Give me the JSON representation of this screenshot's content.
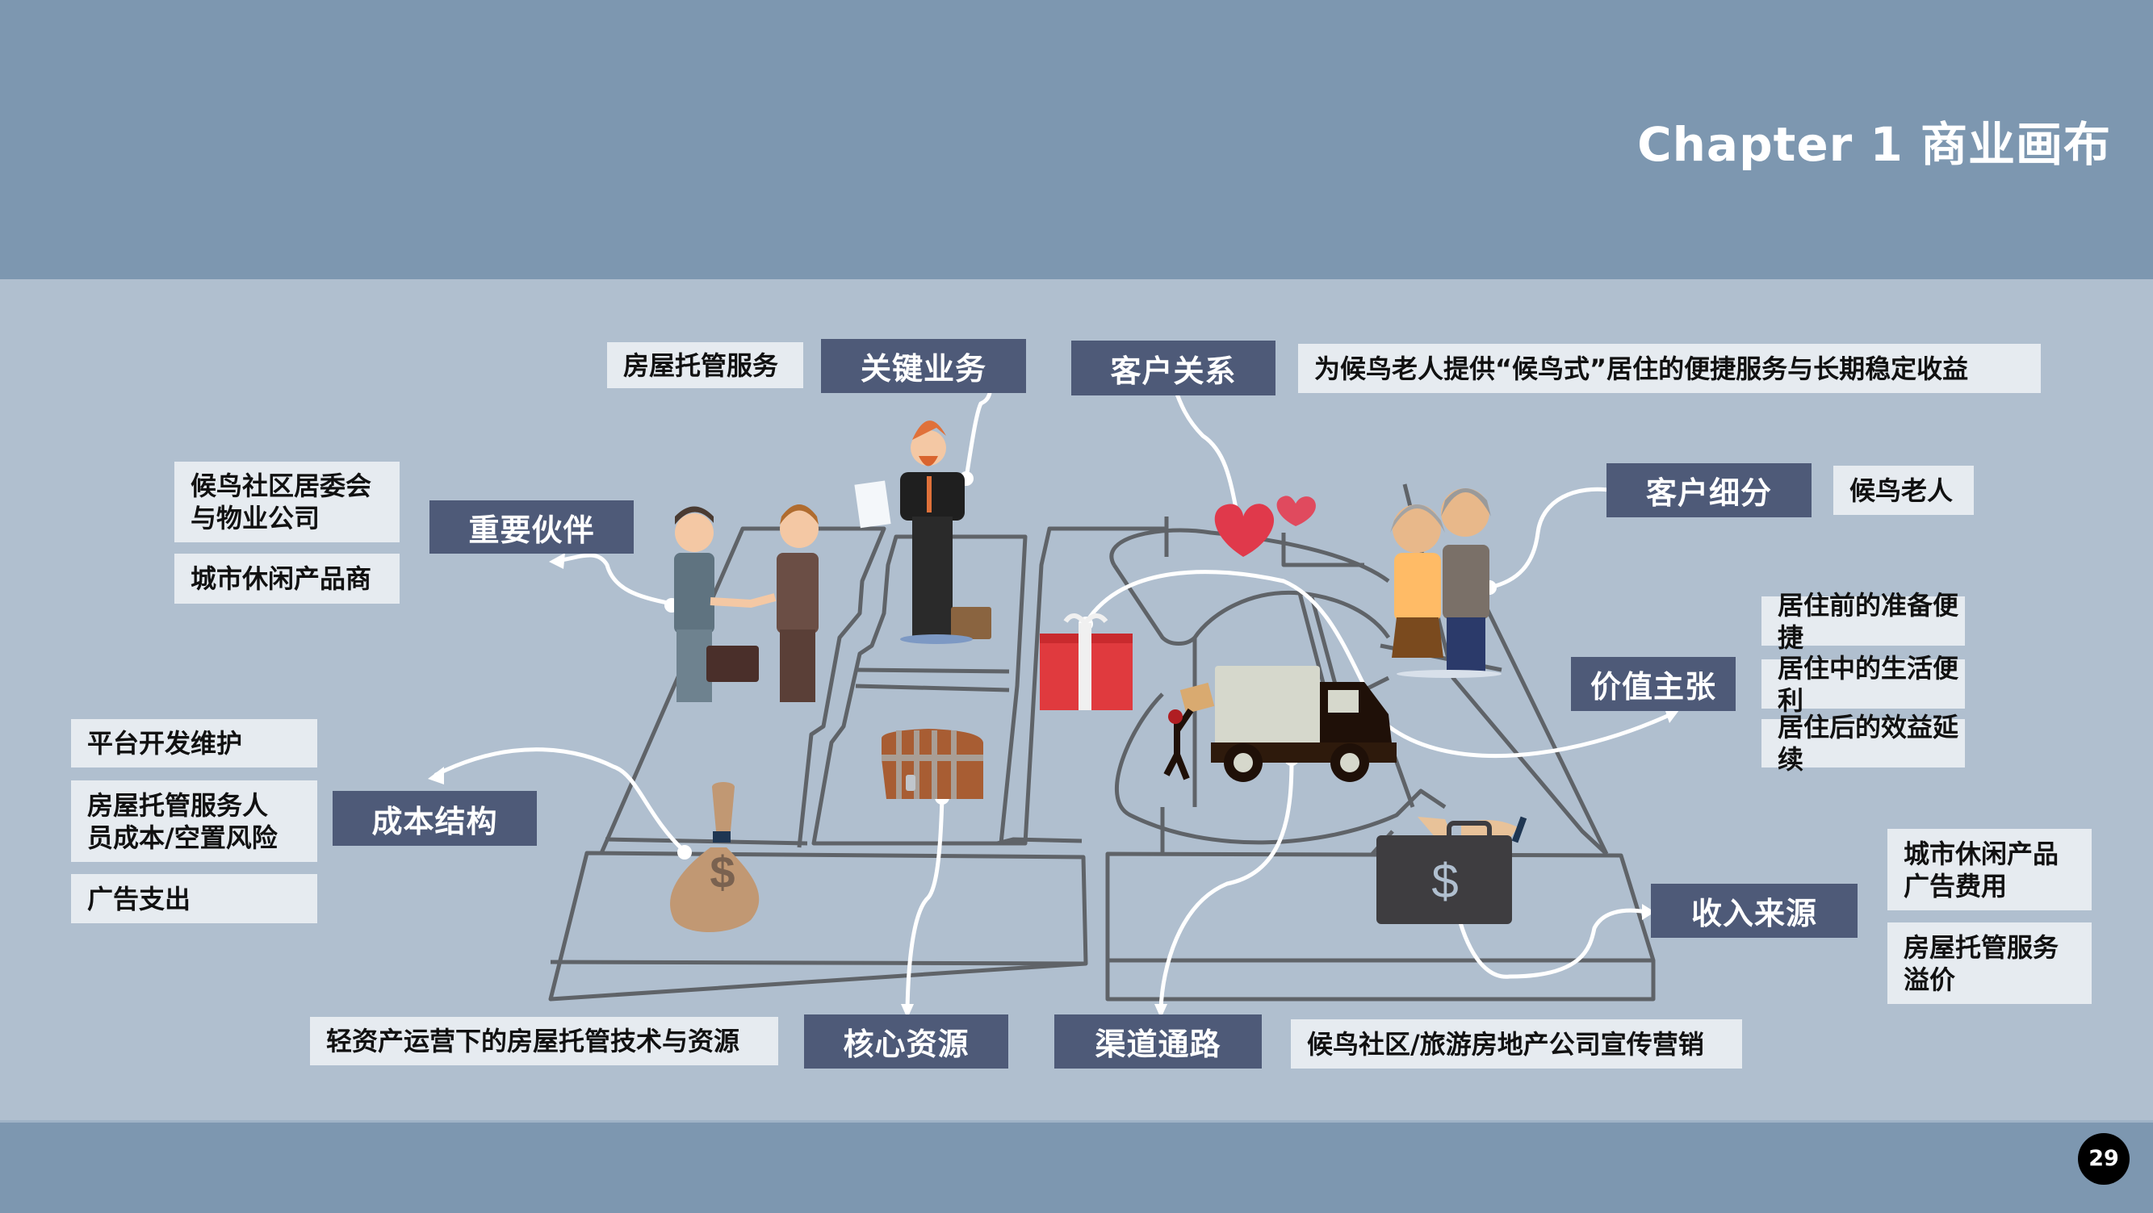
{
  "header": {
    "title": "Chapter 1 商业画布"
  },
  "footer": {
    "page_number": "29"
  },
  "colors": {
    "header_band": "#7d97b0",
    "canvas_bg": "#b0bfcf",
    "category_box": "#4e5a78",
    "content_box": "#e6ebf0",
    "outline": "#5f6368",
    "connector": "#ffffff"
  },
  "canvas": {
    "key_partners": {
      "label": "重要伙伴",
      "items": [
        "候鸟社区居委会\n与物业公司",
        "城市休闲产品商"
      ]
    },
    "key_activities": {
      "label": "关键业务",
      "items": [
        "房屋托管服务"
      ]
    },
    "customer_relationships": {
      "label": "客户关系",
      "items": [
        "为候鸟老人提供“候鸟式”居住的便捷服务与长期稳定收益"
      ]
    },
    "customer_segments": {
      "label": "客户细分",
      "items": [
        "候鸟老人"
      ]
    },
    "value_propositions": {
      "label": "价值主张",
      "items": [
        "居住前的准备便捷",
        "居住中的生活便利",
        "居住后的效益延续"
      ]
    },
    "cost_structure": {
      "label": "成本结构",
      "items": [
        "平台开发维护",
        "房屋托管服务人\n员成本/空置风险",
        "广告支出"
      ]
    },
    "revenue_streams": {
      "label": "收入来源",
      "items": [
        "城市休闲产品\n广告费用",
        "房屋托管服务\n溢价"
      ]
    },
    "key_resources": {
      "label": "核心资源",
      "items": [
        "轻资产运营下的房屋托管技术与资源"
      ]
    },
    "channels": {
      "label": "渠道通路",
      "items": [
        "候鸟社区/旅游房地产公司宣传营销"
      ]
    }
  },
  "illustrations": {
    "handshake": "handshake-businessmen-icon",
    "presenter": "businessman-with-document-icon",
    "hearts": "hearts-icon",
    "elderly_couple": "elderly-couple-icon",
    "gift": "gift-box-icon",
    "truck": "delivery-truck-icon",
    "chest": "treasure-chest-icon",
    "money_bag": "money-bag-icon",
    "money_case": "money-briefcase-icon"
  }
}
